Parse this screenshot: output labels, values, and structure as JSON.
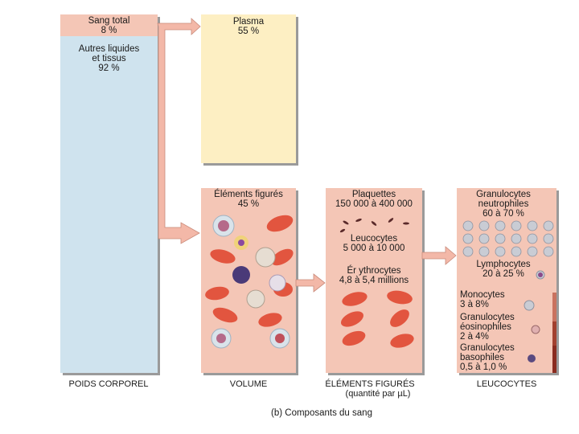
{
  "body_weight": {
    "blood_label": "Sang total\n8 %",
    "other_label": "Autres liquides\net tissus\n92 %",
    "bottom": "POIDS CORPOREL"
  },
  "plasma": {
    "label": "Plasma\n55 %"
  },
  "volume": {
    "formed_label": "Éléments figurés\n45  %",
    "bottom": "VOLUME"
  },
  "formed_elements": {
    "platelets": "Plaquettes\n150 000 à 400  000",
    "leukocytes": "Leucocytes\n5 000 à 10   000",
    "erythrocytes": "Ér ythrocytes\n4,8  à 5,4 millions",
    "bottom_title": "ÉLÉMENTS FIGURÉS",
    "bottom_sub": "(quantité par  µL)"
  },
  "leukocytes": {
    "neutrophils": "Granulocytes\nneutrophiles\n60  à 70  %",
    "lymphocytes": "Lymphocytes\n20  à 25  %",
    "monocytes": "Monocytes\n3 à 8%",
    "eosinophils": "Granulocytes\néosinophiles\n2 à  4%",
    "basophils": "Granulocytes\nbasophiles\n0,5  à 1,0  %",
    "bottom": "LEUCOCYTES"
  },
  "caption": "(b) Composants du sang",
  "colors": {
    "blood_pink": "#f4c6b6",
    "tissue_blue": "#cfe3ee",
    "plasma_yellow": "#fdefc3",
    "cell_red": "#e2553f",
    "arrow_pink": "#f3b8a8",
    "dark_red": "#8a2b1f"
  }
}
